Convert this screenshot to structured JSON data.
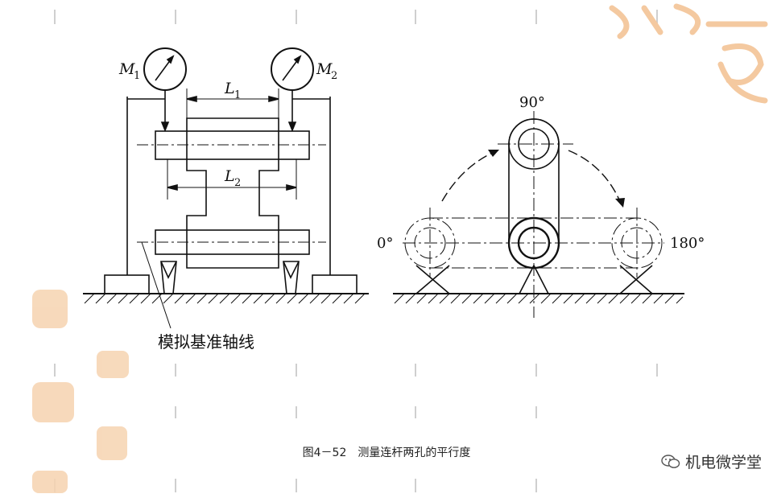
{
  "figure": {
    "label_M1": "M",
    "label_M1_sub": "1",
    "label_M2": "M",
    "label_M2_sub": "2",
    "label_L1": "L",
    "label_L1_sub": "1",
    "label_L2": "L",
    "label_L2_sub": "2",
    "axis_label": "模拟基准轴线",
    "angle_0": "0°",
    "angle_90": "90°",
    "angle_180": "180°"
  },
  "caption": "图4－52　测量连杆两孔的平行度",
  "watermark": {
    "text": "机电微学堂",
    "icon": "wechat-icon"
  },
  "colors": {
    "line": "#111111",
    "decor": "#f2c9a0",
    "dash_grid": "#c8c8c8"
  }
}
